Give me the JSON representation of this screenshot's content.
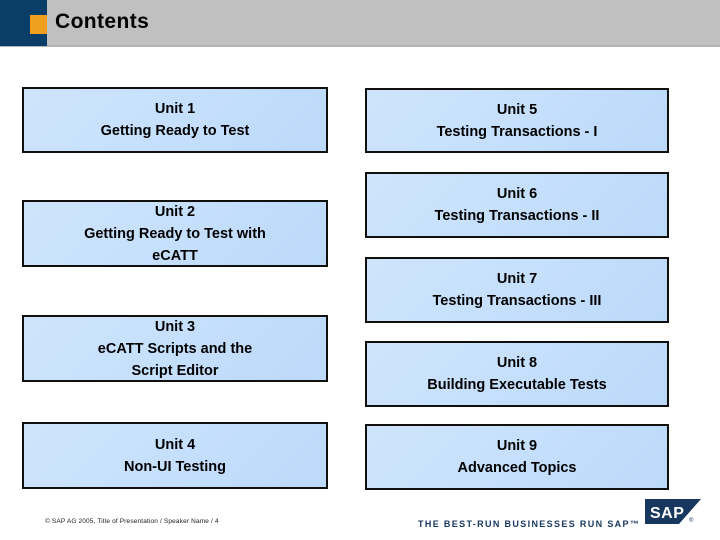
{
  "slide": {
    "title": "Contents",
    "accent_block_color": "#0a3d68",
    "accent_square_color": "#f0a01e",
    "header_bar_color": "#c0c0c0",
    "box_fill_color": "#c6e0fc",
    "box_border_color": "#12100c",
    "brand_color": "#17375e"
  },
  "units": {
    "left_column": [
      {
        "title": "Unit 1",
        "subtitle": "Getting Ready to Test"
      },
      {
        "title": "Unit 2",
        "subtitle": "Getting Ready to Test with\neCATT"
      },
      {
        "title": "Unit 3",
        "subtitle": "eCATT Scripts and the\nScript Editor"
      },
      {
        "title": "Unit 4",
        "subtitle": "Non-UI Testing"
      }
    ],
    "right_column": [
      {
        "title": "Unit 5",
        "subtitle": "Testing Transactions - I"
      },
      {
        "title": "Unit 6",
        "subtitle": "Testing Transactions - II"
      },
      {
        "title": "Unit 7",
        "subtitle": "Testing Transactions - III"
      },
      {
        "title": "Unit 8",
        "subtitle": "Building Executable Tests"
      },
      {
        "title": "Unit 9",
        "subtitle": "Advanced Topics"
      }
    ]
  },
  "box_labels": {
    "unit1": "Unit 1\nGetting Ready to Test",
    "unit2": "Unit 2\nGetting Ready to Test with\neCATT",
    "unit3": "Unit 3\neCATT Scripts and the\nScript Editor",
    "unit4": "Unit 4\nNon-UI Testing",
    "unit5": "Unit 5\nTesting Transactions - I",
    "unit6": "Unit 6\nTesting Transactions - II",
    "unit7": "Unit 7\nTesting Transactions - III",
    "unit8": "Unit 8\nBuilding Executable Tests",
    "unit9": "Unit 9\nAdvanced Topics"
  },
  "footer": {
    "copyright": "© SAP AG 2005, Title of Presentation / Speaker Name / 4",
    "tagline": "THE BEST-RUN BUSINESSES RUN SAP™",
    "logo_text": "SAP",
    "logo_mark": "®"
  }
}
